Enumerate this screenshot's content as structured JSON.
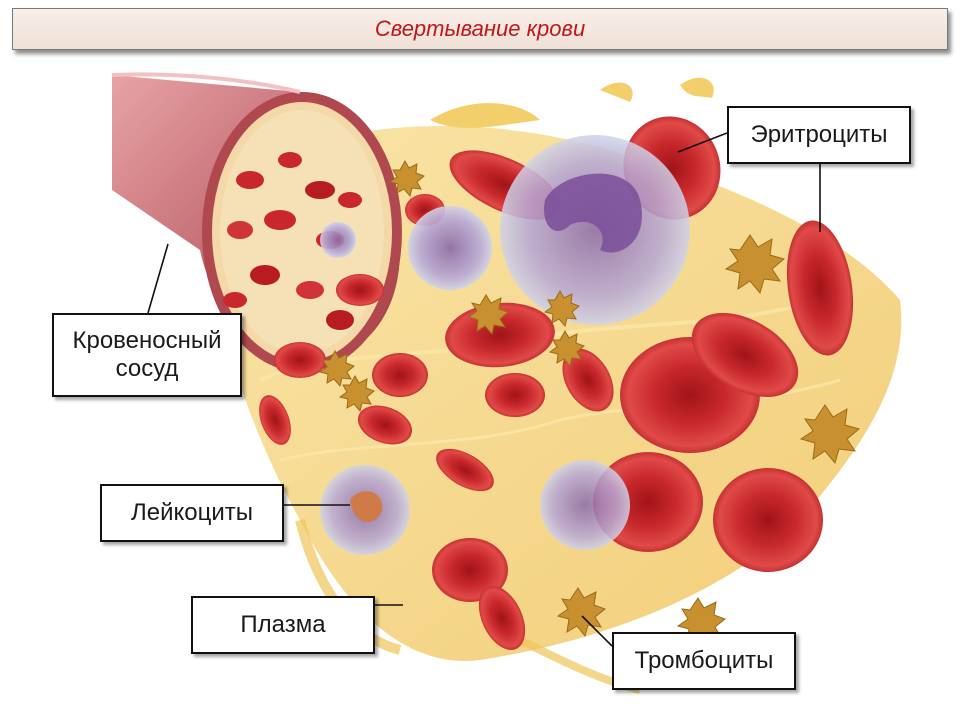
{
  "title": "Свертывание крови",
  "labels": {
    "vessel": "Кровеносный\nсосуд",
    "erythrocytes": "Эритроциты",
    "leukocytes": "Лейкоциты",
    "plasma": "Плазма",
    "platelets": "Тромбоциты"
  },
  "colors": {
    "title_text": "#c01818",
    "vessel_wall": "#c66a70",
    "plasma": "#f2c660",
    "erythrocyte": "#c4262a",
    "leukocyte": "#a89acc",
    "platelet": "#c8902e"
  }
}
